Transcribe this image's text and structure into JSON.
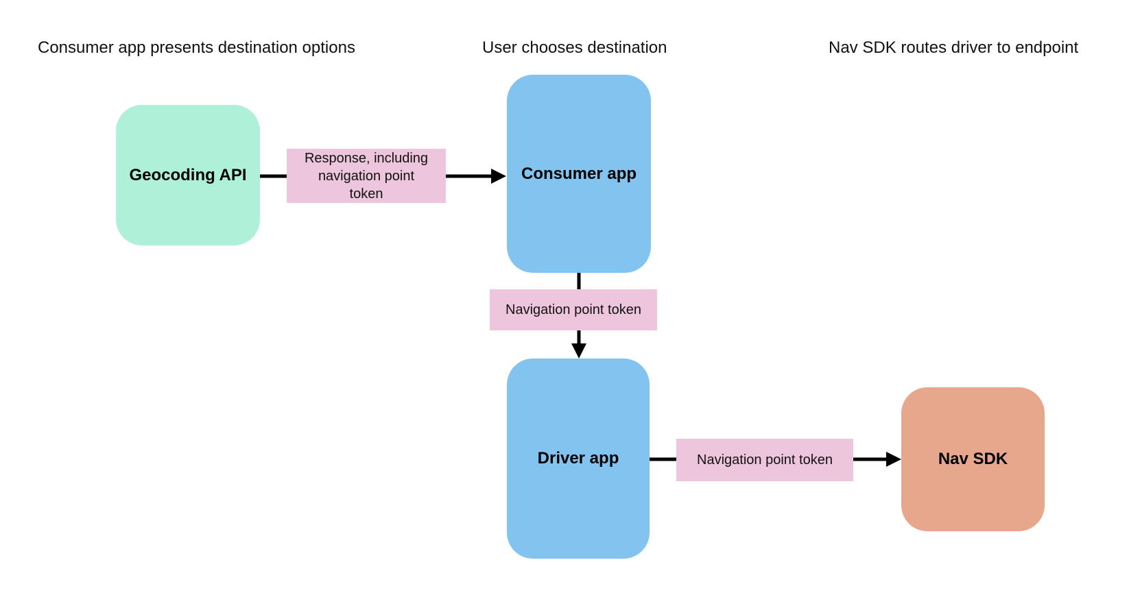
{
  "diagram": {
    "headers": [
      "Consumer app presents destination options",
      "User chooses destination",
      "Nav SDK routes driver to endpoint"
    ],
    "nodes": [
      {
        "id": "geocoding-api",
        "label": "Geocoding API",
        "fill": "#AEF0D8"
      },
      {
        "id": "consumer-app",
        "label": "Consumer app",
        "fill": "#82C3F0"
      },
      {
        "id": "driver-app",
        "label": "Driver app",
        "fill": "#82C3F0"
      },
      {
        "id": "nav-sdk",
        "label": "Nav SDK",
        "fill": "#E7A78C"
      }
    ],
    "edge_labels": [
      {
        "text": "Response, including\nnavigation point\ntoken",
        "fill": "#EDC6DD"
      },
      {
        "text": "Navigation point token",
        "fill": "#EDC6DD"
      },
      {
        "text": "Navigation point token",
        "fill": "#EDC6DD"
      }
    ],
    "colors": {
      "background": "#FFFFFF",
      "arrow": "#000000",
      "text": "#111111",
      "node_green": "#AEF0D8",
      "node_blue": "#82C3F0",
      "node_orange": "#E7A78C",
      "edge_label_pink": "#EDC6DD"
    }
  }
}
